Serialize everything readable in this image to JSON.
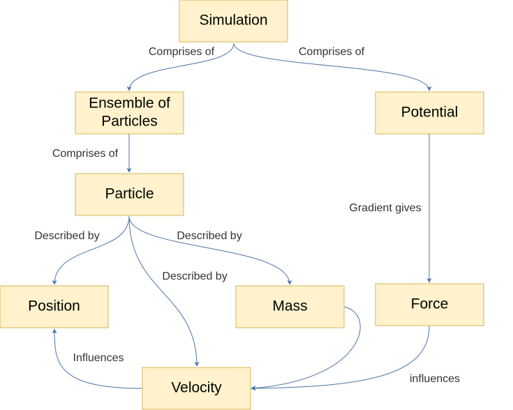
{
  "colors": {
    "node_fill": "#fff2cc",
    "node_border": "#d6b656",
    "edge": "#4a73a8",
    "label_text": "#333333"
  },
  "nodes": {
    "simulation": "Simulation",
    "ensemble_line1": "Ensemble of",
    "ensemble_line2": "Particles",
    "potential": "Potential",
    "particle": "Particle",
    "position": "Position",
    "mass": "Mass",
    "force": "Force",
    "velocity": "Velocity"
  },
  "edges": {
    "simulation_ensemble": "Comprises of",
    "simulation_potential": "Comprises of",
    "ensemble_particle": "Comprises of",
    "particle_position": "Described by",
    "particle_mass": "Described by",
    "particle_velocity": "Described by",
    "potential_force": "Gradient gives",
    "velocity_position": "Influences",
    "force_velocity": "influences"
  }
}
